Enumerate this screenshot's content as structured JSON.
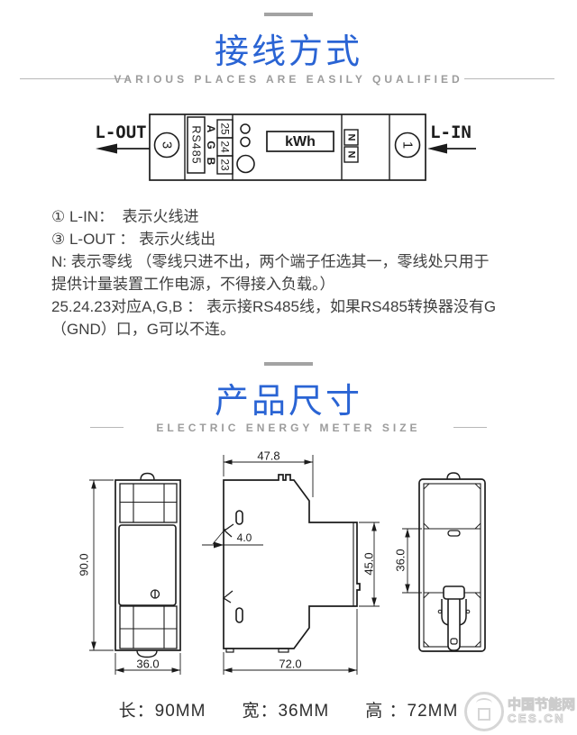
{
  "section_wiring": {
    "title": "接线方式",
    "subtitle": "VARIOUS PLACES ARE EASILY QUALIFIED"
  },
  "wiring": {
    "l_out": "L-OUT",
    "l_in": "L-IN",
    "terminal_left": "3",
    "terminal_right": "1",
    "rs485": "RS485",
    "letters": [
      "A",
      "G",
      "B"
    ],
    "terminals": [
      "25",
      "24",
      "23"
    ],
    "display": "kWh",
    "neutral": [
      "N",
      "N"
    ]
  },
  "notes": {
    "lines": [
      "① L-IN：  表示火线进",
      "③ L-OUT ： 表示火线出",
      "N: 表示零线 （零线只进不出，两个端子任选其一，零线处只用于",
      "提供计量装置工作电源，不得接入负载。）",
      "25.24.23对应A,G,B ： 表示接RS485线，如果RS485转换器没有G",
      "（GND）口，G可以不连。"
    ]
  },
  "section_size": {
    "title": "产品尺寸",
    "subtitle": "ELECTRIC ENERGY METER SIZE"
  },
  "drawings": {
    "front": {
      "height": "90.0",
      "width": "36.0"
    },
    "side": {
      "top_width": "47.8",
      "clip_depth": "4.0",
      "face_height": "45.0",
      "total_depth": "72.0"
    },
    "rear": {
      "rail_height": "36.0"
    }
  },
  "size_summary": {
    "items": [
      {
        "label": "长：",
        "value": "90MM"
      },
      {
        "label": "宽：",
        "value": "36MM"
      },
      {
        "label": "高 ：",
        "value": "72MM"
      }
    ]
  },
  "watermark": {
    "site": "中国节能网",
    "domain": "CES.CN"
  },
  "theme": {
    "accent": "#2a64d4",
    "stroke": "#1c1c1c"
  }
}
